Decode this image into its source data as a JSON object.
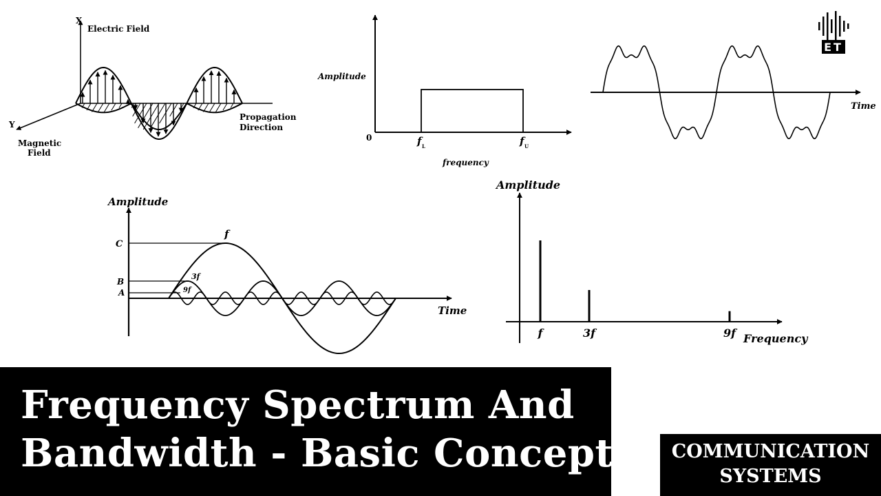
{
  "title": {
    "line1": "Frequency Spectrum And",
    "line2": "Bandwidth - Basic Concepts"
  },
  "badge": {
    "line1": "COMMUNICATION",
    "line2": "SYSTEMS"
  },
  "logo": {
    "text": "ET",
    "icon": "sound-wave-icon"
  },
  "em_wave_diagram": {
    "x_label": "X",
    "electric_field_label": "Electric Field",
    "y_label": "Y",
    "magnetic_label_1": "Magnetic",
    "magnetic_label_2": "Field",
    "propagation_label_1": "Propagation",
    "propagation_label_2": "Direction"
  },
  "bandwidth_diagram": {
    "ylabel": "Amplitude",
    "xlabel": "frequency",
    "origin": "0",
    "lower_label": "f",
    "lower_sub": "L",
    "upper_label": "f",
    "upper_sub": "U"
  },
  "time_wave_diagram": {
    "xlabel": "Time"
  },
  "harmonics_diagram": {
    "ylabel": "Amplitude",
    "xlabel": "Time",
    "level_c": "C",
    "level_b": "B",
    "level_a": "A",
    "wave_f": "f",
    "wave_3f": "3f",
    "wave_9f": "9f"
  },
  "spectrum_diagram": {
    "ylabel": "Amplitude",
    "xlabel": "Frequency",
    "lines": [
      {
        "label": "f",
        "amplitude": 1.0
      },
      {
        "label": "3f",
        "amplitude": 0.39
      },
      {
        "label": "9f",
        "amplitude": 0.13
      }
    ]
  },
  "colors": {
    "ink": "#000000",
    "background": "#ffffff",
    "banner": "#000000",
    "banner_text": "#ffffff"
  }
}
